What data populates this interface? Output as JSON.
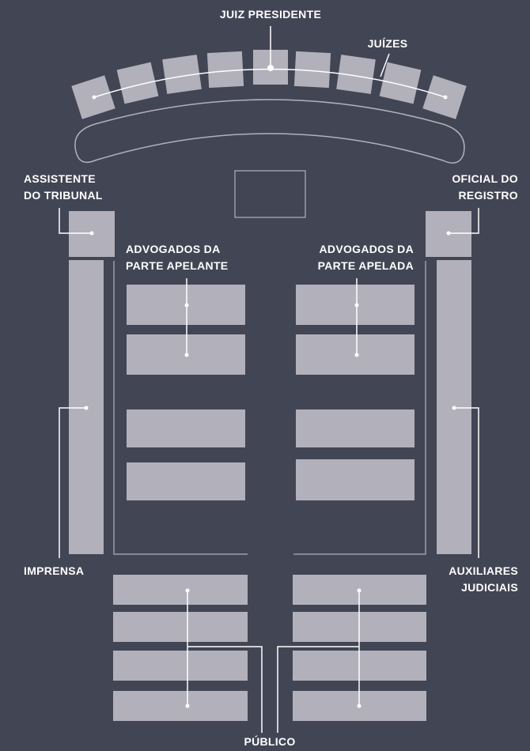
{
  "colors": {
    "background": "#424554",
    "furniture": "#b2b1bb",
    "lines": "#ffffff"
  },
  "labels": {
    "presiding_judge": "JUIZ PRESIDENTE",
    "judges": "JUÍZES",
    "court_assistant": [
      "ASSISTENTE",
      "DO TRIBUNAL"
    ],
    "registry_officer": [
      "OFICIAL DO",
      "REGISTRO"
    ],
    "appellant_lawyers": [
      "ADVOGADOS DA",
      "PARTE APELANTE"
    ],
    "appellee_lawyers": [
      "ADVOGADOS DA",
      "PARTE APELADA"
    ],
    "press": "IMPRENSA",
    "court_staff": [
      "AUXILIARES",
      "JUDICIAIS"
    ],
    "public": "PÚBLICO"
  }
}
